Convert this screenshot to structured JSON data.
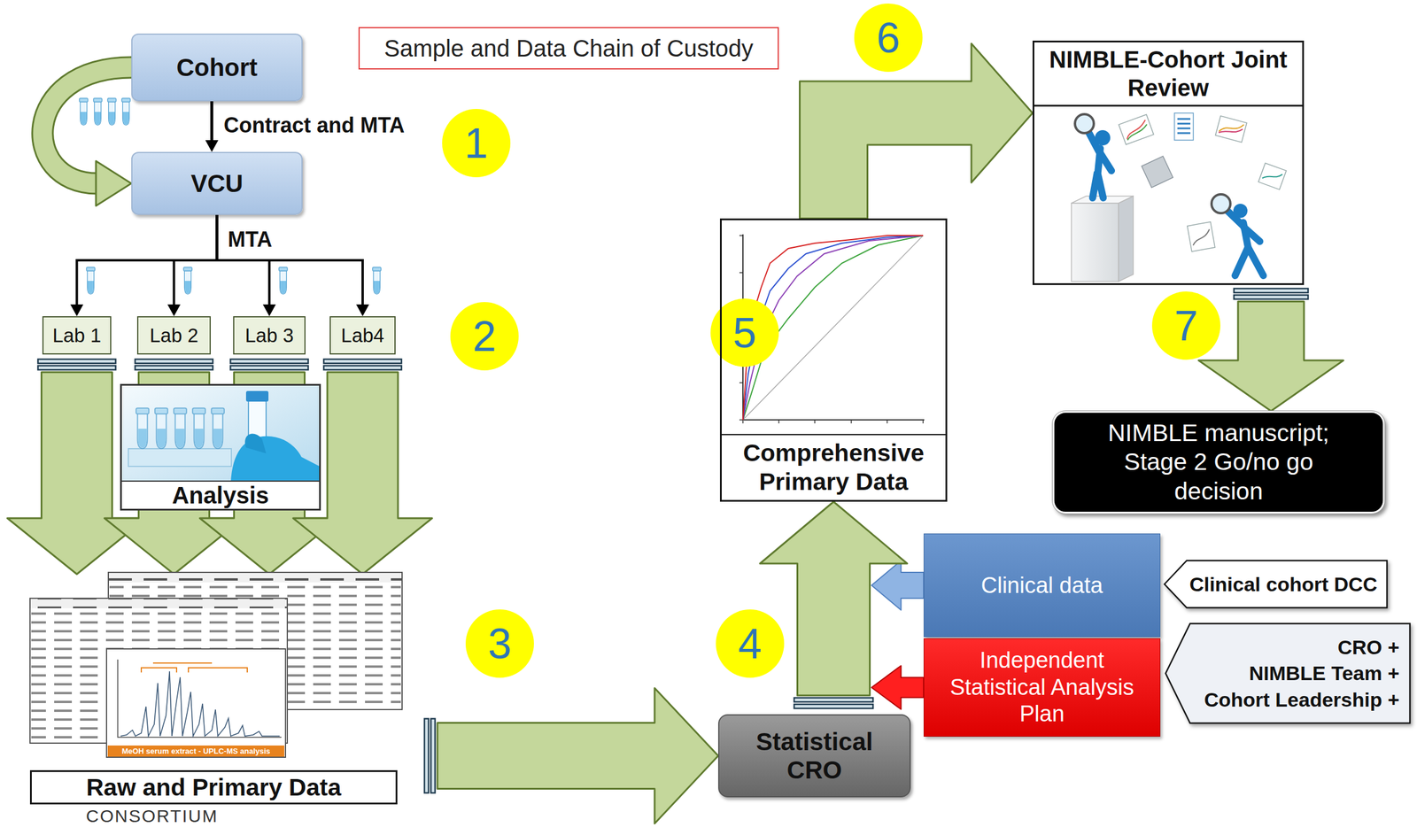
{
  "diagram": {
    "title": "Sample and Data Chain of Custody",
    "nodes": [
      {
        "text": [
          "Cohort"
        ]
      },
      {
        "text": [
          "VCU"
        ]
      },
      {
        "text": [
          "Lab 1"
        ]
      },
      {
        "text": [
          "Lab 2"
        ]
      },
      {
        "text": [
          "Lab 3"
        ]
      },
      {
        "text": [
          "Lab4"
        ]
      },
      {
        "text": [
          "Analysis"
        ]
      },
      {
        "text": [
          "Raw and Primary Data"
        ]
      },
      {
        "text": [
          "Statistical CRO"
        ]
      },
      {
        "text": [
          "Clinical data"
        ]
      },
      {
        "text": [
          "Independent Statistical Analysis Plan"
        ]
      },
      {
        "text": [
          "Clinical cohort DCC"
        ]
      },
      {
        "text": [
          "CRO +",
          "NIMBLE Team +",
          "Cohort Leadership +"
        ]
      },
      {
        "text": [
          "Comprehensive Primary Data"
        ]
      },
      {
        "text": [
          "NIMBLE-Cohort Joint Review"
        ]
      },
      {
        "text": [
          "NIMBLE manuscript; Stage 2 Go/no go decision"
        ]
      }
    ],
    "edges": [
      {
        "from": 0,
        "to": 1,
        "label": "Contract and MTA",
        "arrow": "to"
      },
      {
        "from": 0,
        "to": 1,
        "arrow": "to"
      },
      {
        "from": 1,
        "to": 2,
        "arrow": "to"
      },
      {
        "from": 1,
        "to": 3,
        "arrow": "to"
      },
      {
        "from": 1,
        "to": 4,
        "arrow": "to"
      },
      {
        "from": 1,
        "to": 5,
        "arrow": "to"
      },
      {
        "from": 2,
        "to": 7,
        "arrow": "to"
      },
      {
        "from": 3,
        "to": 7,
        "arrow": "to"
      },
      {
        "from": 4,
        "to": 7,
        "arrow": "to"
      },
      {
        "from": 5,
        "to": 7,
        "arrow": "to"
      },
      {
        "from": 7,
        "to": 8,
        "arrow": "to"
      },
      {
        "from": 8,
        "to": 13,
        "arrow": "to"
      },
      {
        "from": 9,
        "to": 13,
        "arrow": "to"
      },
      {
        "from": 10,
        "to": 13,
        "arrow": "to"
      },
      {
        "from": 13,
        "to": 14,
        "arrow": "to"
      },
      {
        "from": 14,
        "to": 15,
        "arrow": "to"
      }
    ],
    "labels": [
      "1",
      "2",
      "3",
      "4",
      "5",
      "6",
      "7",
      "MTA",
      "MeOH serum extract - UPLC-MS analysis",
      "CONSORTIUM"
    ]
  }
}
